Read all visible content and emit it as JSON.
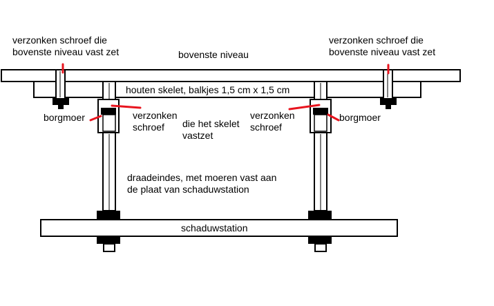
{
  "labels": {
    "screw_left_line1": "verzonken schroef die",
    "screw_left_line2": "bovenste niveau vast zet",
    "screw_right_line1": "verzonken schroef die",
    "screw_right_line2": "bovenste niveau vast zet",
    "top_level": "bovenste niveau",
    "wood_frame": "houten skelet, balkjes 1,5 cm x 1,5 cm",
    "locknut_left": "borgmoer",
    "locknut_right": "borgmoer",
    "cs_screw_left_line1": "verzonken",
    "cs_screw_left_line2": "schroef",
    "frame_fix_line1": "die het skelet",
    "frame_fix_line2": "vastzet",
    "cs_screw_right_line1": "verzonken",
    "cs_screw_right_line2": "schroef",
    "threaded_rods_line1": "draadeindes, met moeren vast aan",
    "threaded_rods_line2": "de plaat van schaduwstation",
    "shadow_station": "schaduwstation"
  },
  "colors": {
    "line": "#000000",
    "fill": "#ffffff",
    "marker": "#e8141e"
  }
}
